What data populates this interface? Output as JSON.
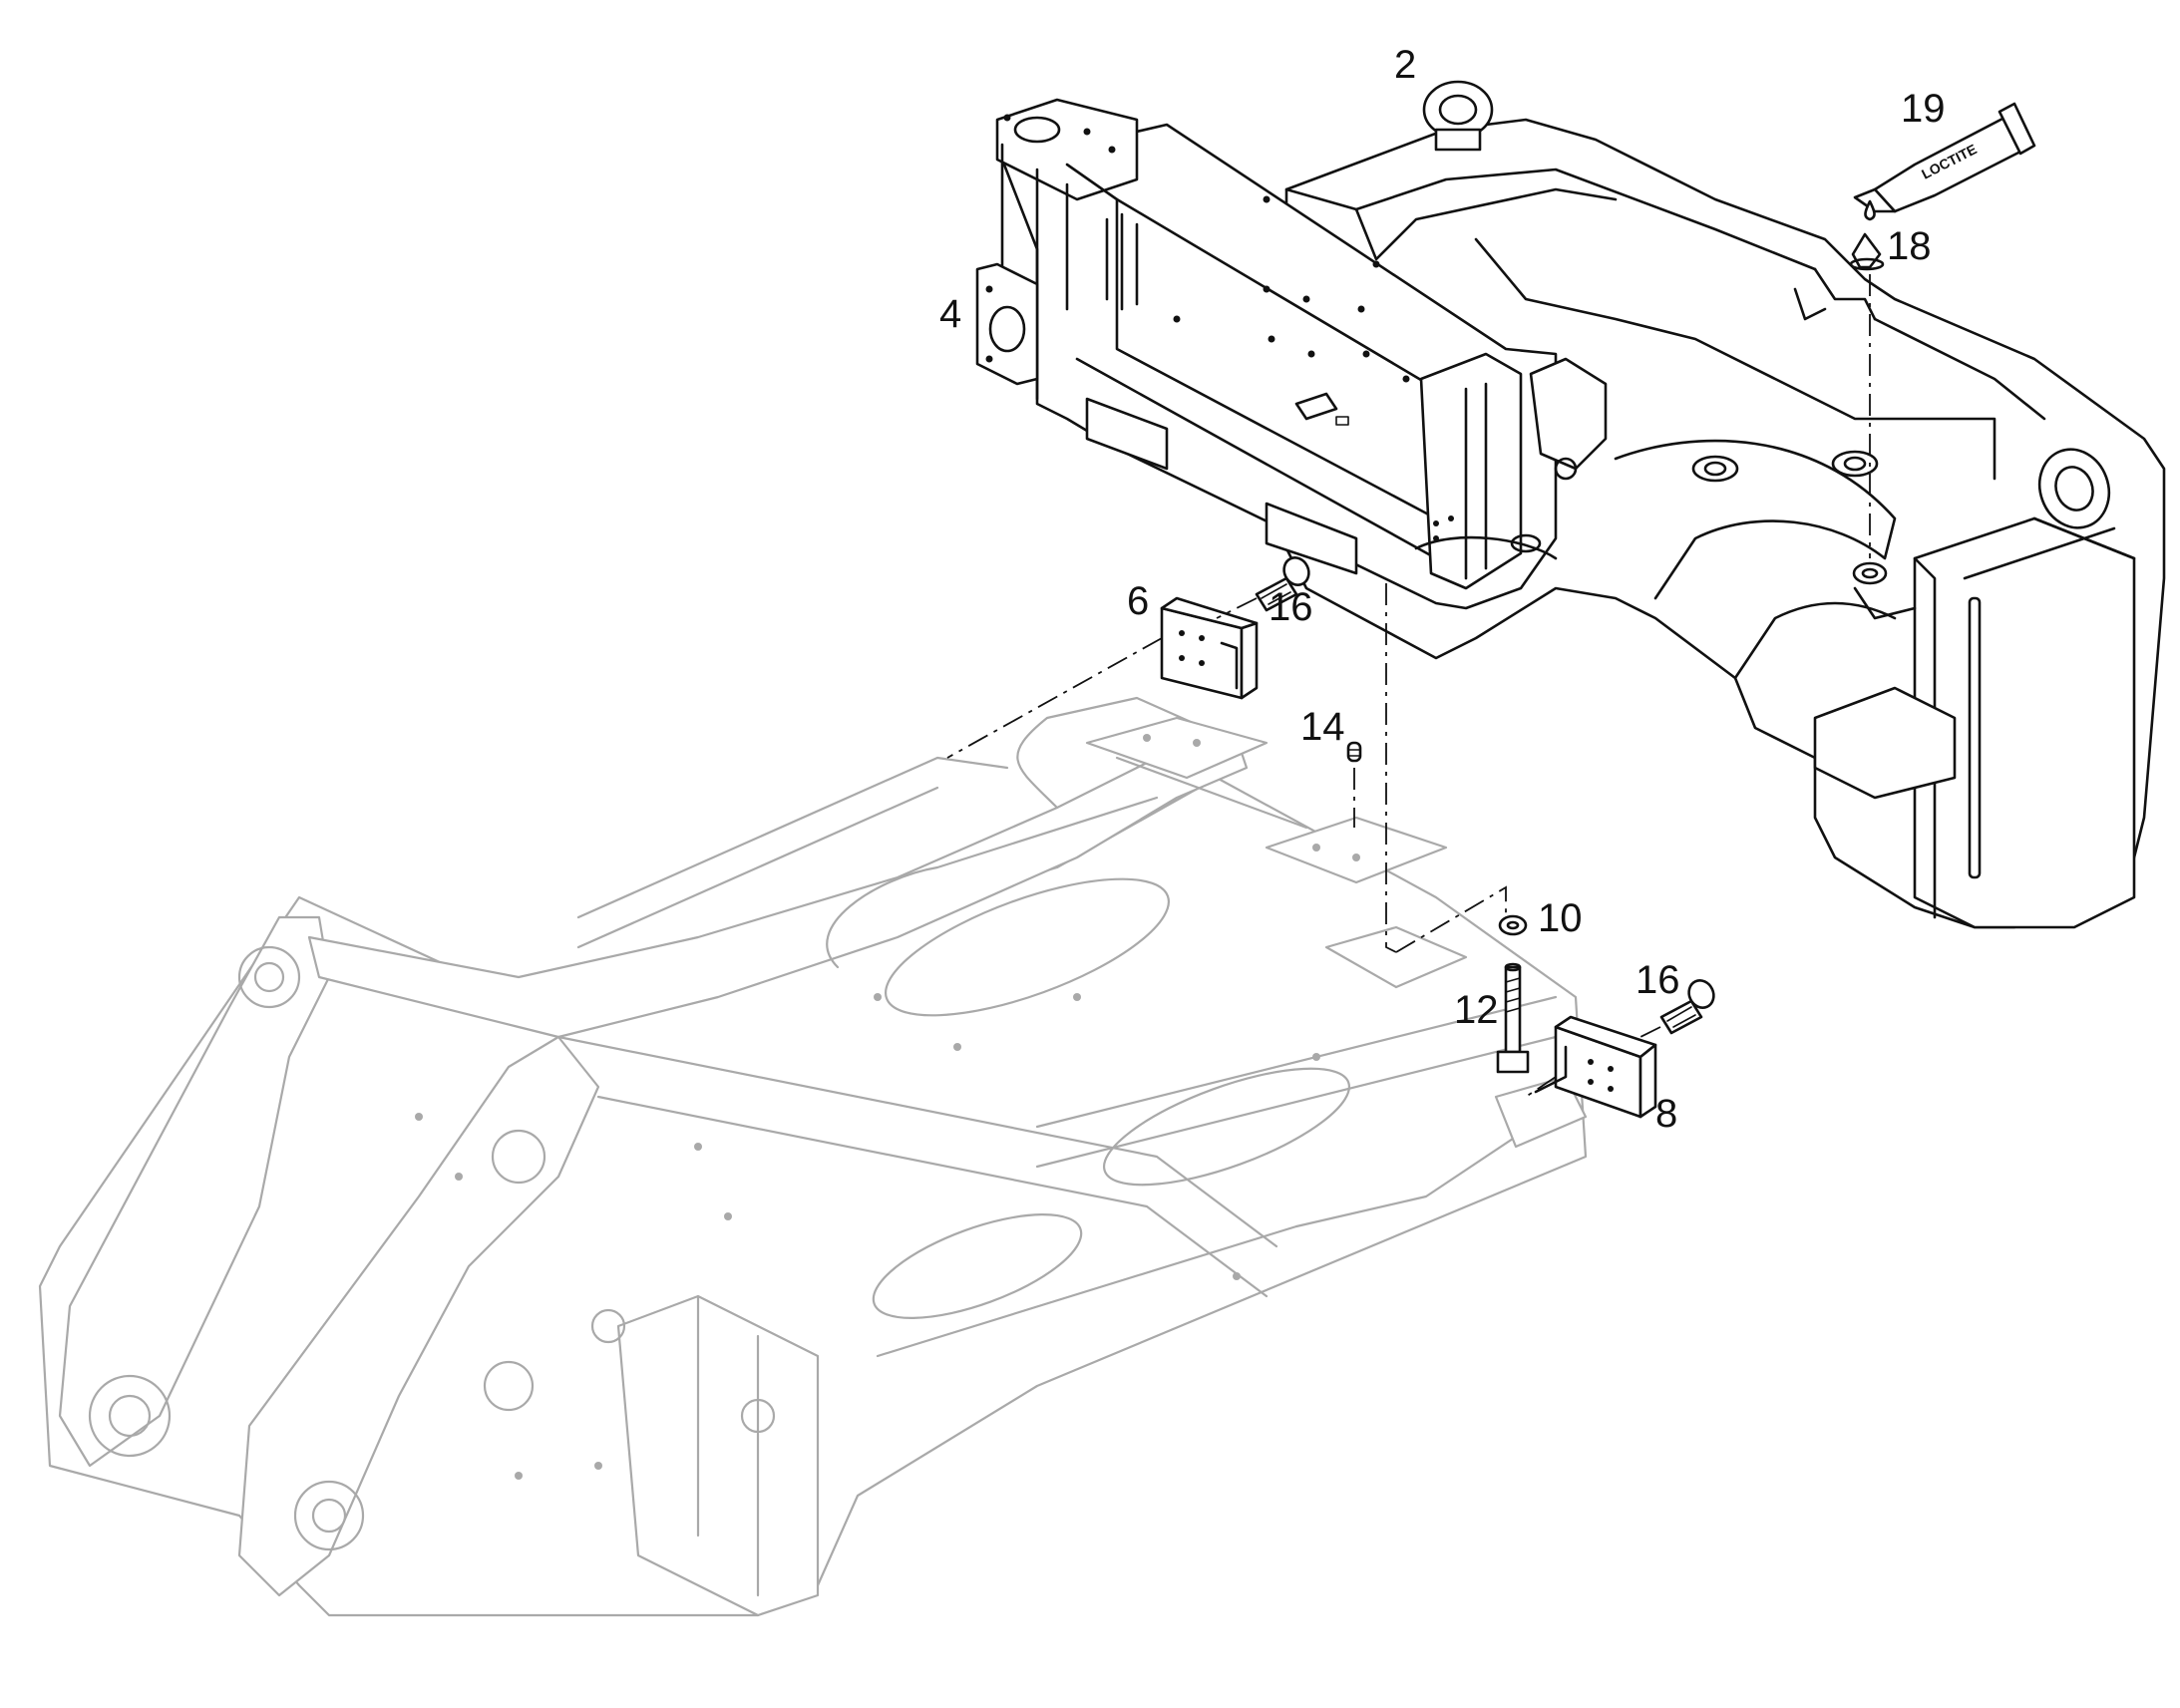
{
  "callouts": {
    "c2": "2",
    "c4": "4",
    "c6": "6",
    "c8": "8",
    "c10": "10",
    "c12": "12",
    "c14": "14",
    "c16_top": "16",
    "c16_bottom": "16",
    "c18": "18",
    "c19": "19"
  },
  "tube_brand": "LOCTITE",
  "colors": {
    "line": "#111111",
    "frame_line": "#a9a9a9",
    "background": "#ffffff"
  }
}
